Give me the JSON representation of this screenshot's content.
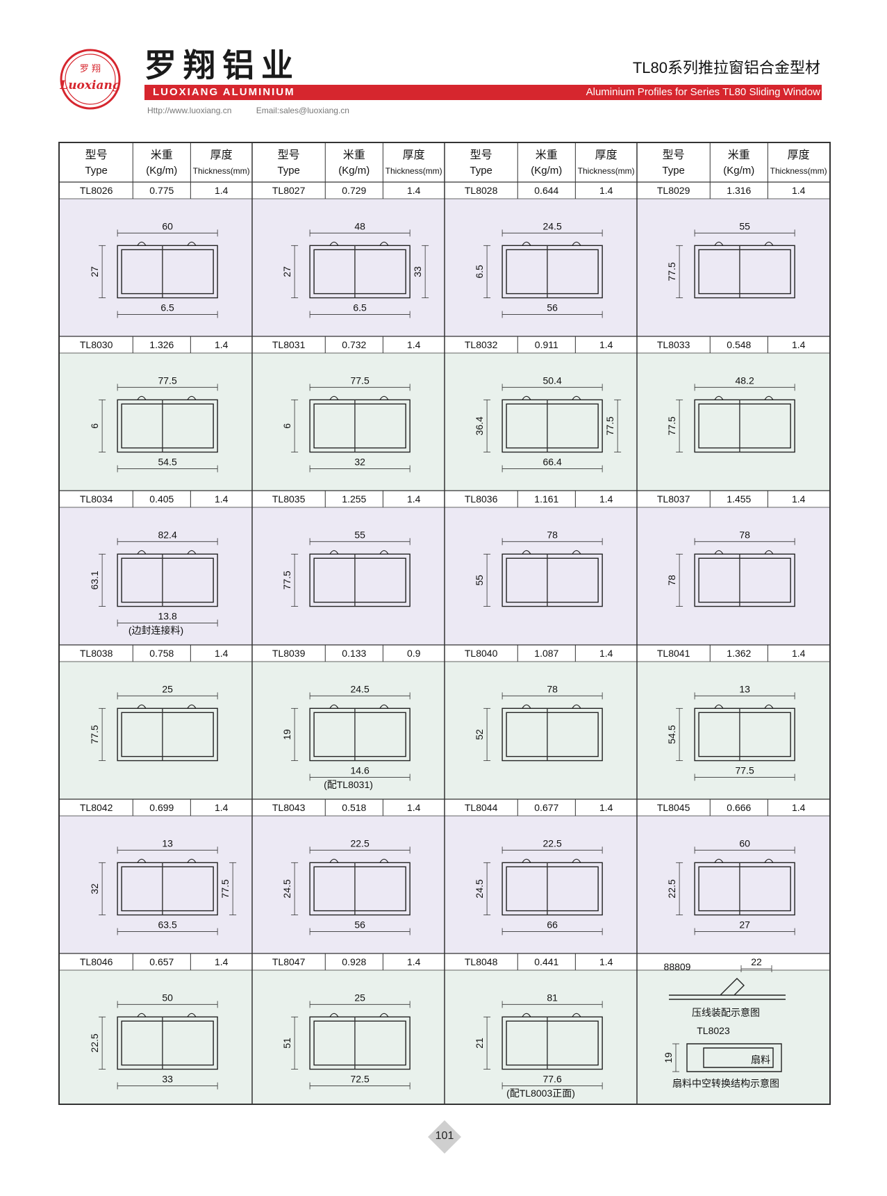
{
  "header": {
    "logo_text_top": "罗 翔",
    "logo_text_script": "Luoxiang",
    "brand_cn": "罗翔铝业",
    "brand_en": "LUOXIANG ALUMINIUM",
    "series_cn": "TL80系列推拉窗铝合金型材",
    "series_en": "Aluminium Profiles for Series TL80 Sliding Window",
    "website": "Http://www.luoxiang.cn",
    "email": "Email:sales@luoxiang.cn"
  },
  "colors": {
    "brand_red": "#d6262e",
    "panel_lavender": "#ece9f4",
    "panel_mint": "#e9f1ec",
    "line": "#333333"
  },
  "columns": {
    "type_cn": "型号",
    "type_en": "Type",
    "weight_cn": "米重",
    "weight_en": "(Kg/m)",
    "thick_cn": "厚度",
    "thick_en": "Thickness(mm)"
  },
  "rows": [
    [
      {
        "type": "TL8026",
        "weight": "0.775",
        "thickness": "1.4",
        "dims": [
          "60",
          "27",
          "6.5"
        ]
      },
      {
        "type": "TL8027",
        "weight": "0.729",
        "thickness": "1.4",
        "dims": [
          "48",
          "27",
          "6.5",
          "33"
        ]
      },
      {
        "type": "TL8028",
        "weight": "0.644",
        "thickness": "1.4",
        "dims": [
          "24.5",
          "6.5",
          "56"
        ]
      },
      {
        "type": "TL8029",
        "weight": "1.316",
        "thickness": "1.4",
        "dims": [
          "55",
          "77.5"
        ]
      }
    ],
    [
      {
        "type": "TL8030",
        "weight": "1.326",
        "thickness": "1.4",
        "dims": [
          "77.5",
          "6",
          "54.5"
        ]
      },
      {
        "type": "TL8031",
        "weight": "0.732",
        "thickness": "1.4",
        "dims": [
          "77.5",
          "6",
          "32"
        ]
      },
      {
        "type": "TL8032",
        "weight": "0.911",
        "thickness": "1.4",
        "dims": [
          "50.4",
          "36.4",
          "66.4",
          "77.5"
        ]
      },
      {
        "type": "TL8033",
        "weight": "0.548",
        "thickness": "1.4",
        "dims": [
          "48.2",
          "77.5"
        ]
      }
    ],
    [
      {
        "type": "TL8034",
        "weight": "0.405",
        "thickness": "1.4",
        "dims": [
          "82.4",
          "63.1",
          "13.8"
        ],
        "note": "(边封连接料)"
      },
      {
        "type": "TL8035",
        "weight": "1.255",
        "thickness": "1.4",
        "dims": [
          "55",
          "77.5"
        ]
      },
      {
        "type": "TL8036",
        "weight": "1.161",
        "thickness": "1.4",
        "dims": [
          "78",
          "55"
        ]
      },
      {
        "type": "TL8037",
        "weight": "1.455",
        "thickness": "1.4",
        "dims": [
          "78",
          "78"
        ]
      }
    ],
    [
      {
        "type": "TL8038",
        "weight": "0.758",
        "thickness": "1.4",
        "dims": [
          "25",
          "77.5"
        ]
      },
      {
        "type": "TL8039",
        "weight": "0.133",
        "thickness": "0.9",
        "dims": [
          "24.5",
          "19",
          "14.6"
        ],
        "note": "(配TL8031)"
      },
      {
        "type": "TL8040",
        "weight": "1.087",
        "thickness": "1.4",
        "dims": [
          "78",
          "52"
        ]
      },
      {
        "type": "TL8041",
        "weight": "1.362",
        "thickness": "1.4",
        "dims": [
          "13",
          "54.5",
          "77.5"
        ]
      }
    ],
    [
      {
        "type": "TL8042",
        "weight": "0.699",
        "thickness": "1.4",
        "dims": [
          "13",
          "32",
          "63.5",
          "77.5"
        ]
      },
      {
        "type": "TL8043",
        "weight": "0.518",
        "thickness": "1.4",
        "dims": [
          "22.5",
          "24.5",
          "56"
        ]
      },
      {
        "type": "TL8044",
        "weight": "0.677",
        "thickness": "1.4",
        "dims": [
          "22.5",
          "24.5",
          "66"
        ]
      },
      {
        "type": "TL8045",
        "weight": "0.666",
        "thickness": "1.4",
        "dims": [
          "60",
          "22.5",
          "27"
        ]
      }
    ],
    [
      {
        "type": "TL8046",
        "weight": "0.657",
        "thickness": "1.4",
        "dims": [
          "50",
          "22.5",
          "33"
        ]
      },
      {
        "type": "TL8047",
        "weight": "0.928",
        "thickness": "1.4",
        "dims": [
          "25",
          "51",
          "72.5"
        ]
      },
      {
        "type": "TL8048",
        "weight": "0.441",
        "thickness": "1.4",
        "dims": [
          "81",
          "21",
          "77.6"
        ],
        "note": "(配TL8003正面)"
      }
    ]
  ],
  "assembly": {
    "code_a": "88809",
    "dim_a": "22",
    "caption_a": "压线装配示意图",
    "code_b": "TL8023",
    "dim_b": "19",
    "label_b": "扇料",
    "caption_b": "扇料中空转换结构示意图"
  },
  "page_number": "101"
}
